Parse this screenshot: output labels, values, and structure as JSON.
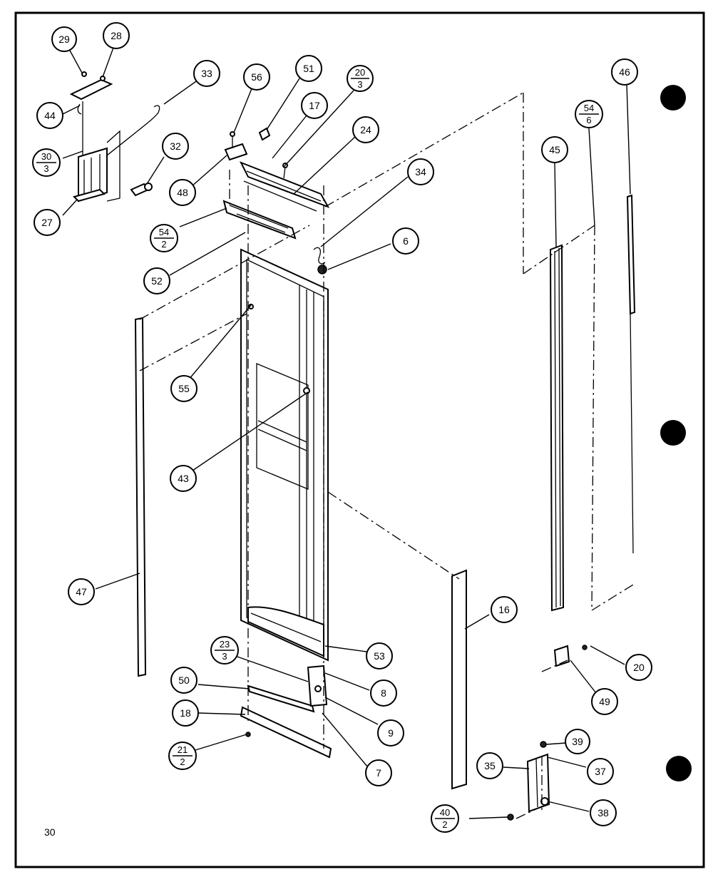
{
  "page_number": "30",
  "callouts": [
    {
      "id": "c29",
      "label": "29"
    },
    {
      "id": "c28",
      "label": "28"
    },
    {
      "id": "c33",
      "label": "33"
    },
    {
      "id": "c56",
      "label": "56"
    },
    {
      "id": "c51",
      "label": "51"
    },
    {
      "id": "c20-3",
      "num": "20",
      "den": "3"
    },
    {
      "id": "c46",
      "label": "46"
    },
    {
      "id": "c44",
      "label": "44"
    },
    {
      "id": "c17",
      "label": "17"
    },
    {
      "id": "c54-6",
      "num": "54",
      "den": "6"
    },
    {
      "id": "c24",
      "label": "24"
    },
    {
      "id": "c30-3",
      "num": "30",
      "den": "3"
    },
    {
      "id": "c32",
      "label": "32"
    },
    {
      "id": "c45",
      "label": "45"
    },
    {
      "id": "c34",
      "label": "34"
    },
    {
      "id": "c48",
      "label": "48"
    },
    {
      "id": "c27",
      "label": "27"
    },
    {
      "id": "c54-2",
      "num": "54",
      "den": "2"
    },
    {
      "id": "c6",
      "label": "6"
    },
    {
      "id": "c52",
      "label": "52"
    },
    {
      "id": "c55",
      "label": "55"
    },
    {
      "id": "c43",
      "label": "43"
    },
    {
      "id": "c47",
      "label": "47"
    },
    {
      "id": "c16",
      "label": "16"
    },
    {
      "id": "c23-3",
      "num": "23",
      "den": "3"
    },
    {
      "id": "c53",
      "label": "53"
    },
    {
      "id": "c20",
      "label": "20"
    },
    {
      "id": "c50",
      "label": "50"
    },
    {
      "id": "c8",
      "label": "8"
    },
    {
      "id": "c49",
      "label": "49"
    },
    {
      "id": "c18",
      "label": "18"
    },
    {
      "id": "c9",
      "label": "9"
    },
    {
      "id": "c39",
      "label": "39"
    },
    {
      "id": "c21-2",
      "num": "21",
      "den": "2"
    },
    {
      "id": "c35",
      "label": "35"
    },
    {
      "id": "c37",
      "label": "37"
    },
    {
      "id": "c7",
      "label": "7"
    },
    {
      "id": "c40-2",
      "num": "40",
      "den": "2"
    },
    {
      "id": "c38",
      "label": "38"
    }
  ]
}
